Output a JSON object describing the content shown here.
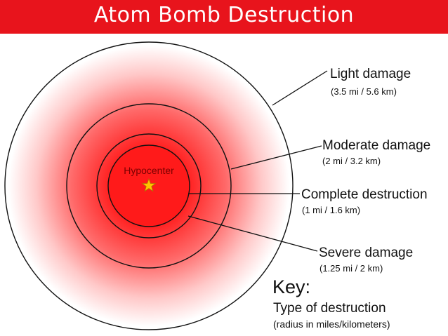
{
  "title": "Atom Bomb Destruction",
  "colors": {
    "title_bar": "#e8141c",
    "blast_core": "#ff1a1a",
    "blast_edge": "#ffffff",
    "ring_stroke": "#111111"
  },
  "hypocenter": {
    "label": "Hypocenter",
    "icon": "star-icon"
  },
  "zones": {
    "light": {
      "label": "Light damage",
      "radius": "(3.5 mi / 5.6 km)"
    },
    "moderate": {
      "label": "Moderate damage",
      "radius": "(2 mi / 3.2 km)"
    },
    "complete": {
      "label": "Complete destruction",
      "radius": "(1 mi / 1.6 km)"
    },
    "severe": {
      "label": "Severe damage",
      "radius": "(1.25 mi / 2 km)"
    }
  },
  "key": {
    "title": "Key:",
    "line": "Type of destruction",
    "sub": "(radius in miles/kilometers)"
  }
}
